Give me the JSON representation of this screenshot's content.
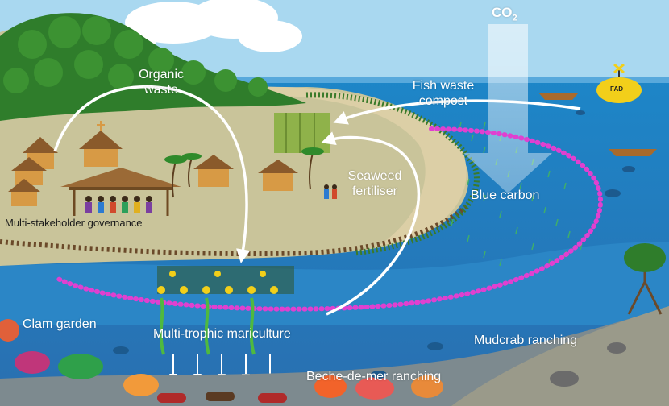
{
  "labels": {
    "co2_main": "CO",
    "co2_sub": "2",
    "organic_waste_line1": "Organic",
    "organic_waste_line2": "waste",
    "fish_waste_line1": "Fish waste",
    "fish_waste_line2": "compost",
    "seaweed_line1": "Seaweed",
    "seaweed_line2": "fertiliser",
    "blue_carbon": "Blue carbon",
    "governance": "Multi-stakeholder governance",
    "clam_garden": "Clam garden",
    "mariculture": "Multi-trophic mariculture",
    "mudcrab": "Mudcrab ranching",
    "beche": "Beche-de-mer ranching",
    "fad": "FAD"
  },
  "colors": {
    "sky": "#a9d8f0",
    "sea_surface": "#1e7fc0",
    "deep_sea": "#2a75b8",
    "land": "#b9b58a",
    "grass": "#c7c79a",
    "forest": "#2f7d2b",
    "mangrove": "#6b4a2a",
    "dotted_boundary": "#e040d0",
    "buoy": "#f2cf1a",
    "arrow": "#ffffff"
  },
  "icons": [
    "cloud-icon",
    "house-icon",
    "church-icon",
    "palm-tree-icon",
    "canoe-icon",
    "fad-buoy-icon",
    "fish-icon",
    "crab-icon",
    "sea-cucumber-icon",
    "giant-clam-icon",
    "coral-icon",
    "seaweed-icon",
    "mangrove-icon",
    "person-icon"
  ]
}
